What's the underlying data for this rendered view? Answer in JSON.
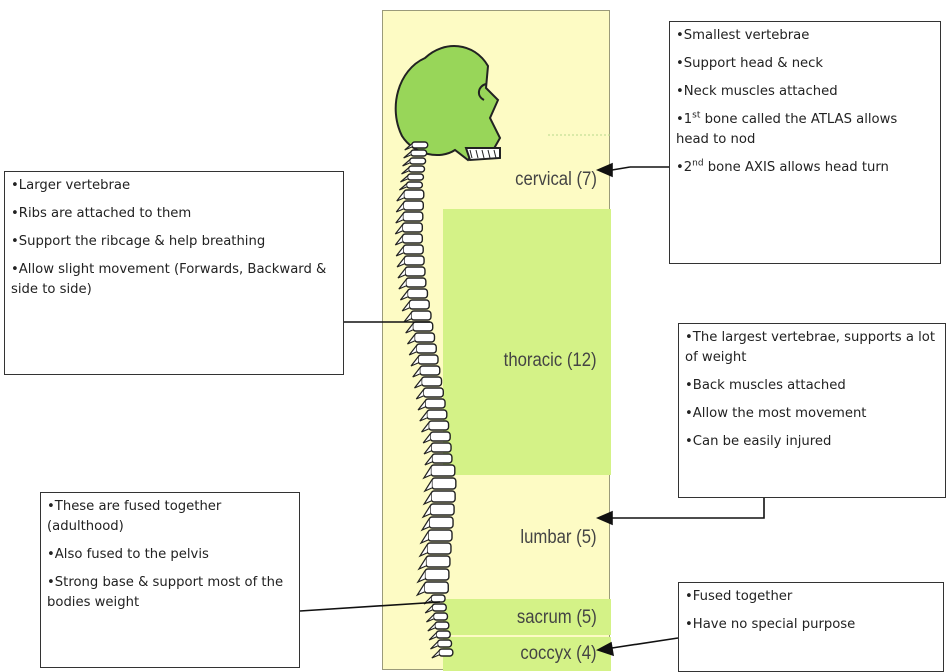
{
  "regions": {
    "cervical": "cervical (7)",
    "thoracic": "thoracic (12)",
    "lumbar": "lumbar (5)",
    "sacrum": "sacrum (5)",
    "coccyx": "coccyx (4)"
  },
  "notes": {
    "cervical": {
      "bullets": [
        "•Smallest vertebrae",
        "•Support head & neck",
        "•Neck muscles attached"
      ],
      "atlas_pre": "•1",
      "atlas_sup": "st",
      "atlas_post": " bone called the ATLAS allows head to nod",
      "axis_pre": "•2",
      "axis_sup": "nd",
      "axis_post": " bone AXIS allows head turn"
    },
    "thoracic": {
      "bullets": [
        "•Larger vertebrae",
        "•Ribs are attached to them",
        "•Support the ribcage & help breathing",
        "•Allow slight movement (Forwards, Backward & side to side)"
      ]
    },
    "lumbar": {
      "bullets": [
        "•The largest vertebrae, supports a lot of weight",
        "•Back muscles attached",
        "•Allow the most movement",
        "•Can be easily injured"
      ]
    },
    "sacrum": {
      "bullets": [
        "•These are fused together (adulthood)",
        "•Also fused to the pelvis",
        "•Strong base & support most of the bodies weight"
      ]
    },
    "coccyx": {
      "bullets": [
        "•Fused together",
        "•Have no special purpose"
      ]
    }
  },
  "colors": {
    "panel": "#fdfbc4",
    "band_green": "#d4f287",
    "bone": "#98d659",
    "outline": "#222222"
  }
}
